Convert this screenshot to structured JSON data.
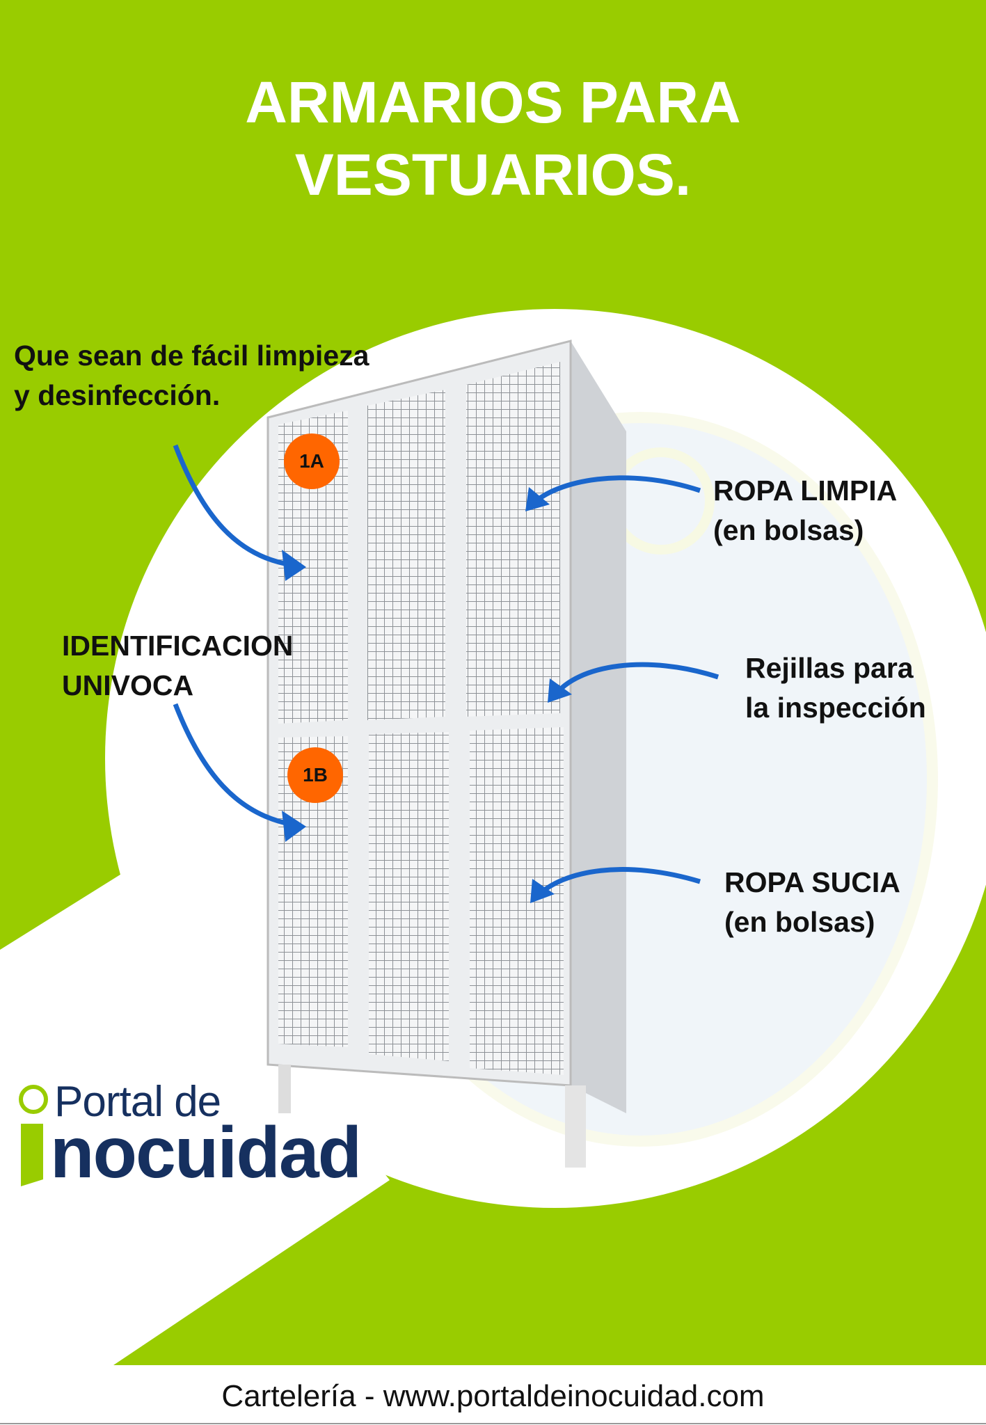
{
  "title": {
    "line1": "ARMARIOS PARA",
    "line2": "VESTUARIOS."
  },
  "labels": {
    "cleaning": [
      "Que sean de fácil limpieza",
      "y desinfección."
    ],
    "identification": [
      "IDENTIFICACION",
      "UNIVOCA"
    ],
    "clean_clothes": [
      "ROPA LIMPIA",
      "(en bolsas)"
    ],
    "grids": [
      "Rejillas para",
      "la inspección"
    ],
    "dirty_clothes": [
      "ROPA SUCIA",
      "(en bolsas)"
    ]
  },
  "badges": {
    "top": "1A",
    "bottom": "1B"
  },
  "logo": {
    "line1": "Portal de",
    "line2": "nocuidad"
  },
  "footer": "Cartelería - www.portaldeinocuidad.com",
  "colors": {
    "green": "#99cc00",
    "orange": "#ff6600",
    "arrow": "#1a66cc",
    "navy": "#16305f"
  }
}
